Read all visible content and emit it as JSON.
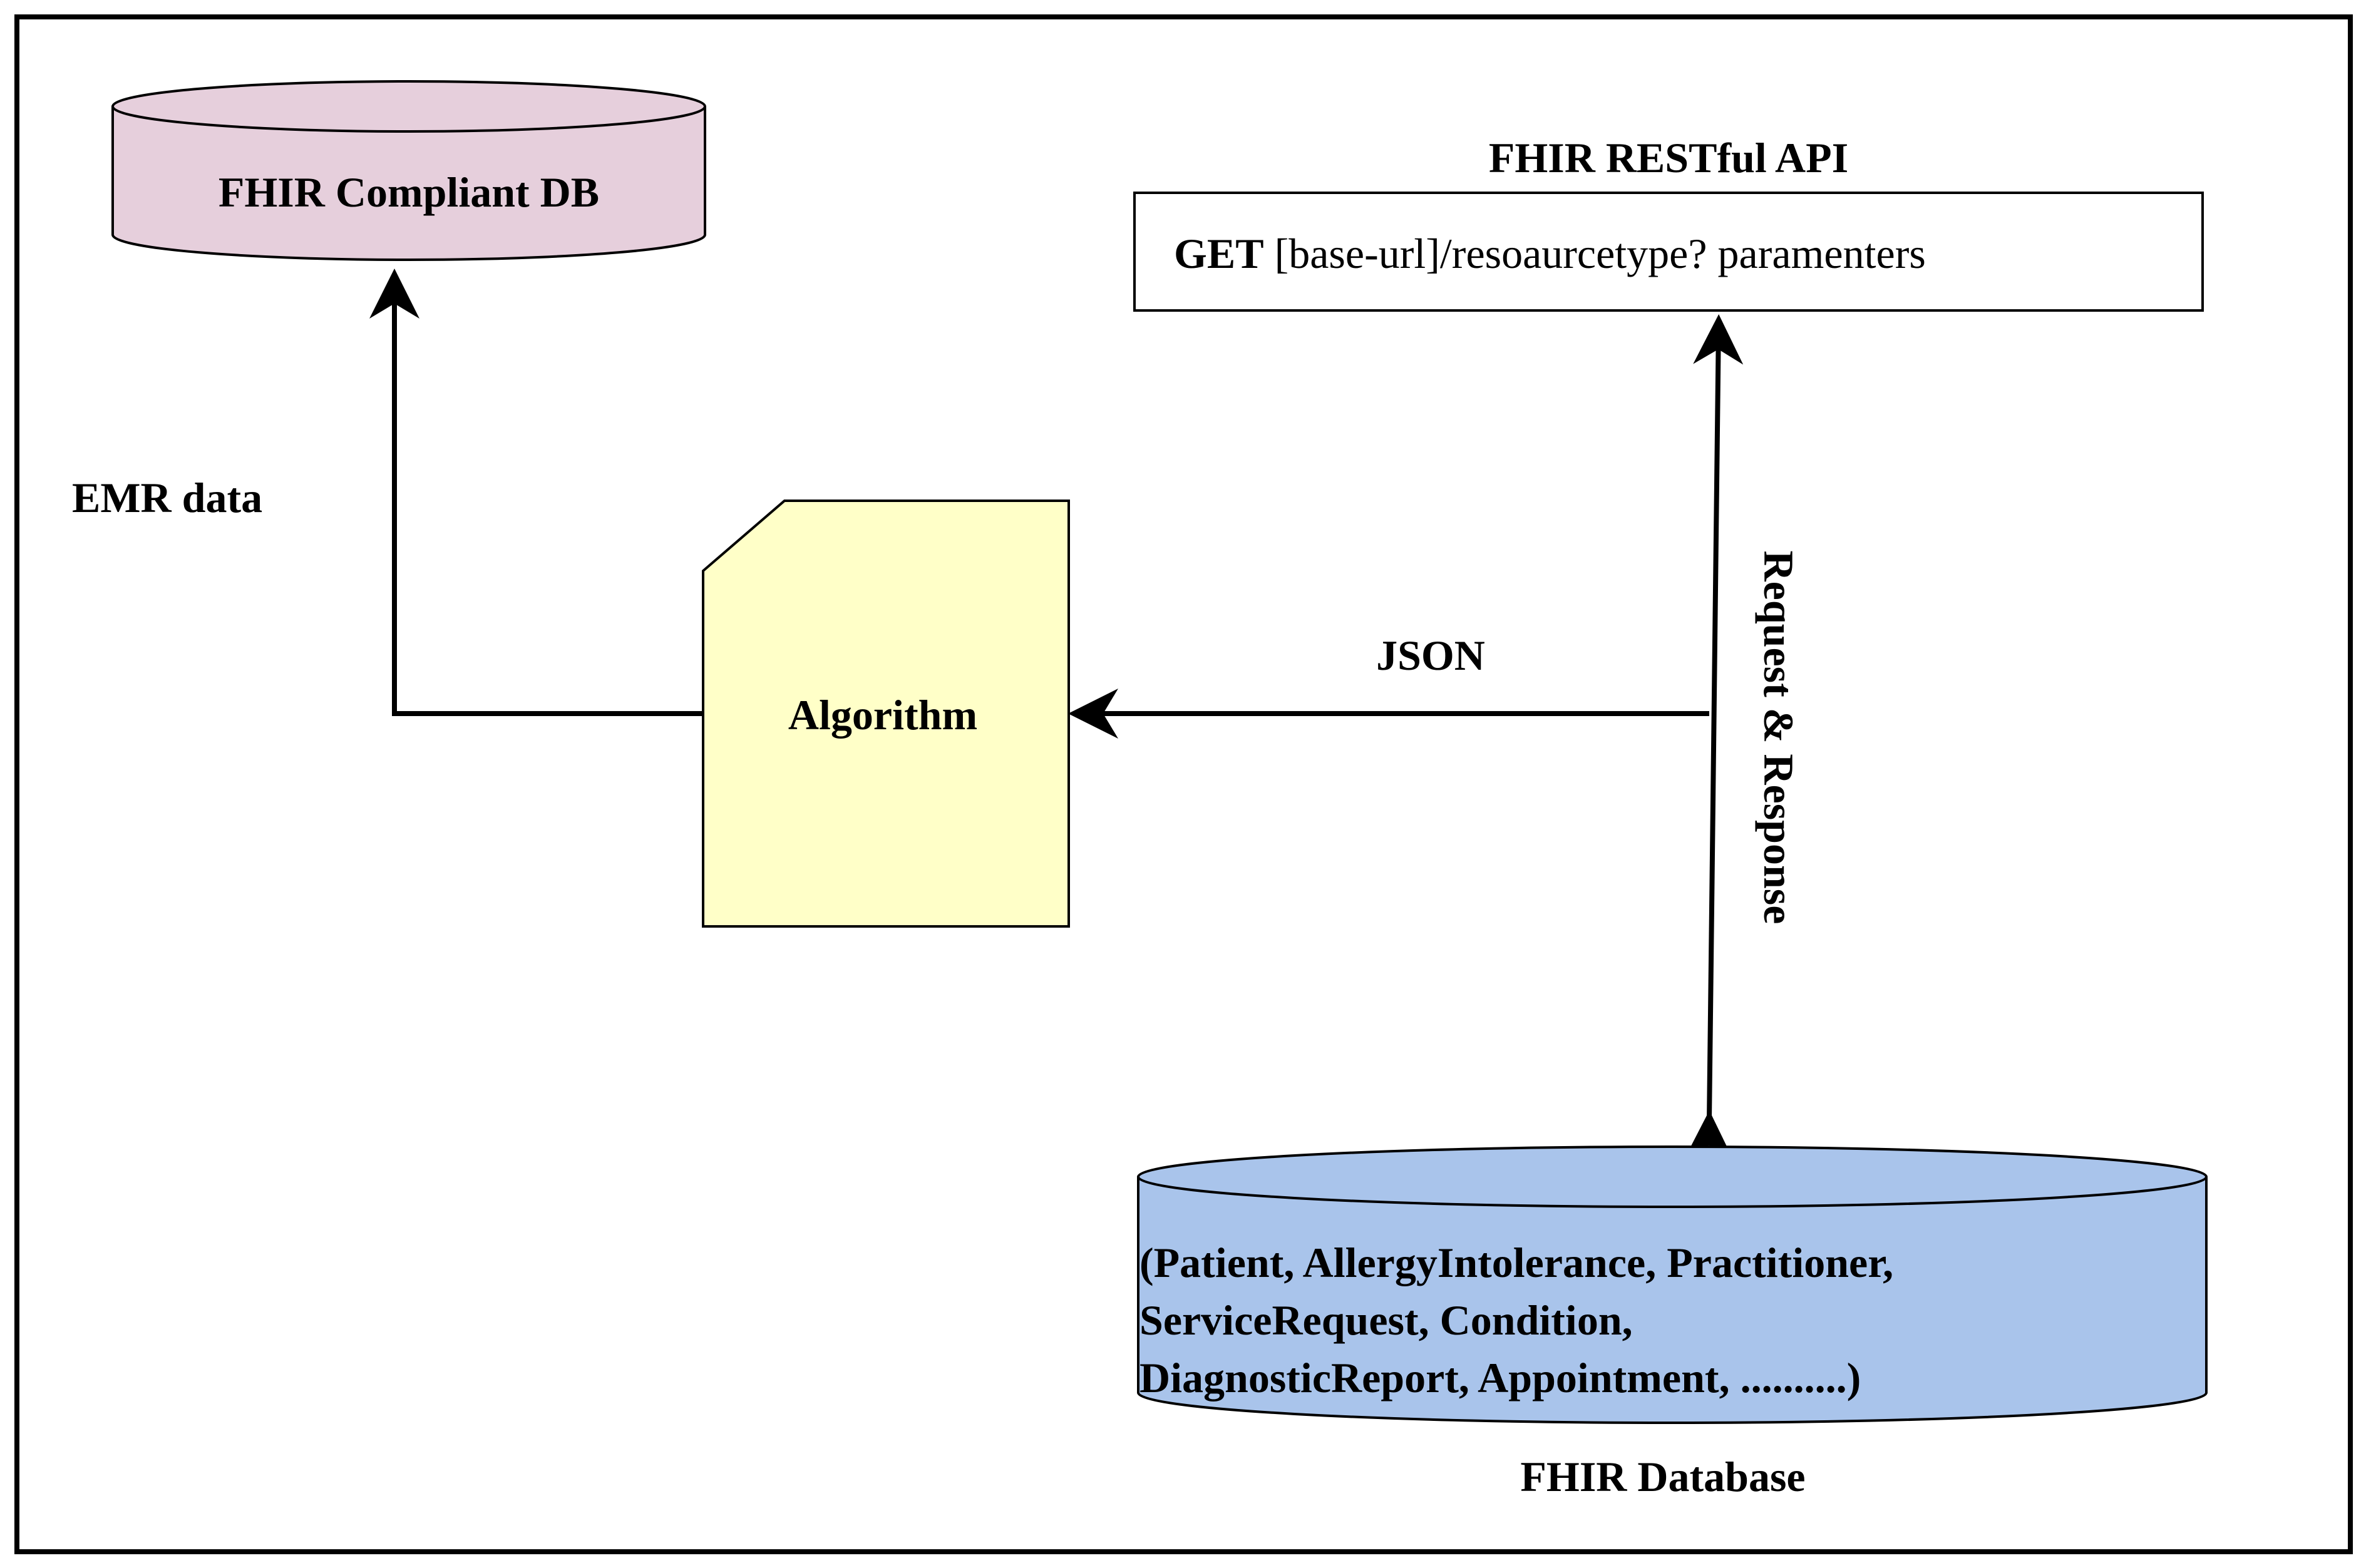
{
  "fhir_compliant_db": {
    "label": "FHIR Compliant DB"
  },
  "emr_label": "EMR data",
  "algorithm": {
    "label": "Algorithm"
  },
  "json_label": "JSON",
  "api": {
    "title": "FHIR RESTful API",
    "method": "GET",
    "endpoint": "[base-url]/resoaurcetype? paramenters"
  },
  "request_response_label": "Request & Response",
  "fhir_database": {
    "resources_line1": "(Patient, AllergyIntolerance, Practitioner,",
    "resources_line2": "ServiceRequest, Condition,",
    "resources_line3": "DiagnosticReport, Appointment, ..........)",
    "caption": "FHIR Database"
  },
  "colors": {
    "compliant_db_fill": "#e6cfdc",
    "algorithm_fill": "#ffffc8",
    "database_fill": "#a9c4eb",
    "stroke": "#000000"
  }
}
